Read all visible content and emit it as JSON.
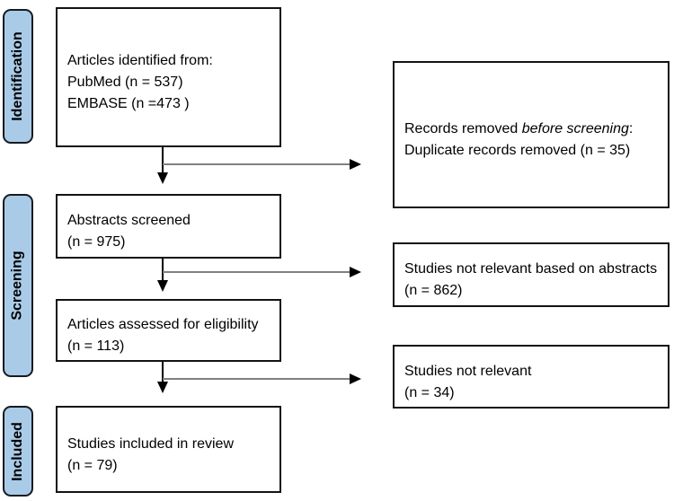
{
  "figure": {
    "type": "prisma-flow-diagram",
    "stages": [
      {
        "id": "identification",
        "label": "Identification"
      },
      {
        "id": "screening",
        "label": "Screening"
      },
      {
        "id": "included",
        "label": "Included"
      }
    ],
    "boxes": {
      "identified": {
        "lines": [
          "Articles identified from:",
          "PubMed (n = 537)",
          "EMBASE (n =473 )"
        ]
      },
      "records_removed": {
        "line1_text": "Records removed ",
        "line1_italic": "before screening",
        "line1_end": ":",
        "line2": "Duplicate records removed  (n = 35)"
      },
      "abstracts_screened": {
        "lines": [
          "Abstracts screened",
          "(n = 975)"
        ]
      },
      "not_relevant_abstracts": {
        "lines": [
          "Studies not relevant based on abstracts",
          "(n = 862)"
        ]
      },
      "assessed_eligibility": {
        "lines": [
          "Articles assessed for eligibility",
          "(n = 113)"
        ]
      },
      "not_relevant": {
        "lines": [
          "Studies not relevant",
          "(n = 34)"
        ]
      },
      "included_review": {
        "lines": [
          "Studies included in review",
          "(n = 79)"
        ]
      }
    },
    "colors": {
      "stage_fill": "#A9CBE8",
      "stage_border": "#171B20",
      "box_border": "#131313",
      "connector_gray": "#808080",
      "arrow_black": "#000000",
      "text": "#000000",
      "background": "#FFFFFF"
    }
  }
}
